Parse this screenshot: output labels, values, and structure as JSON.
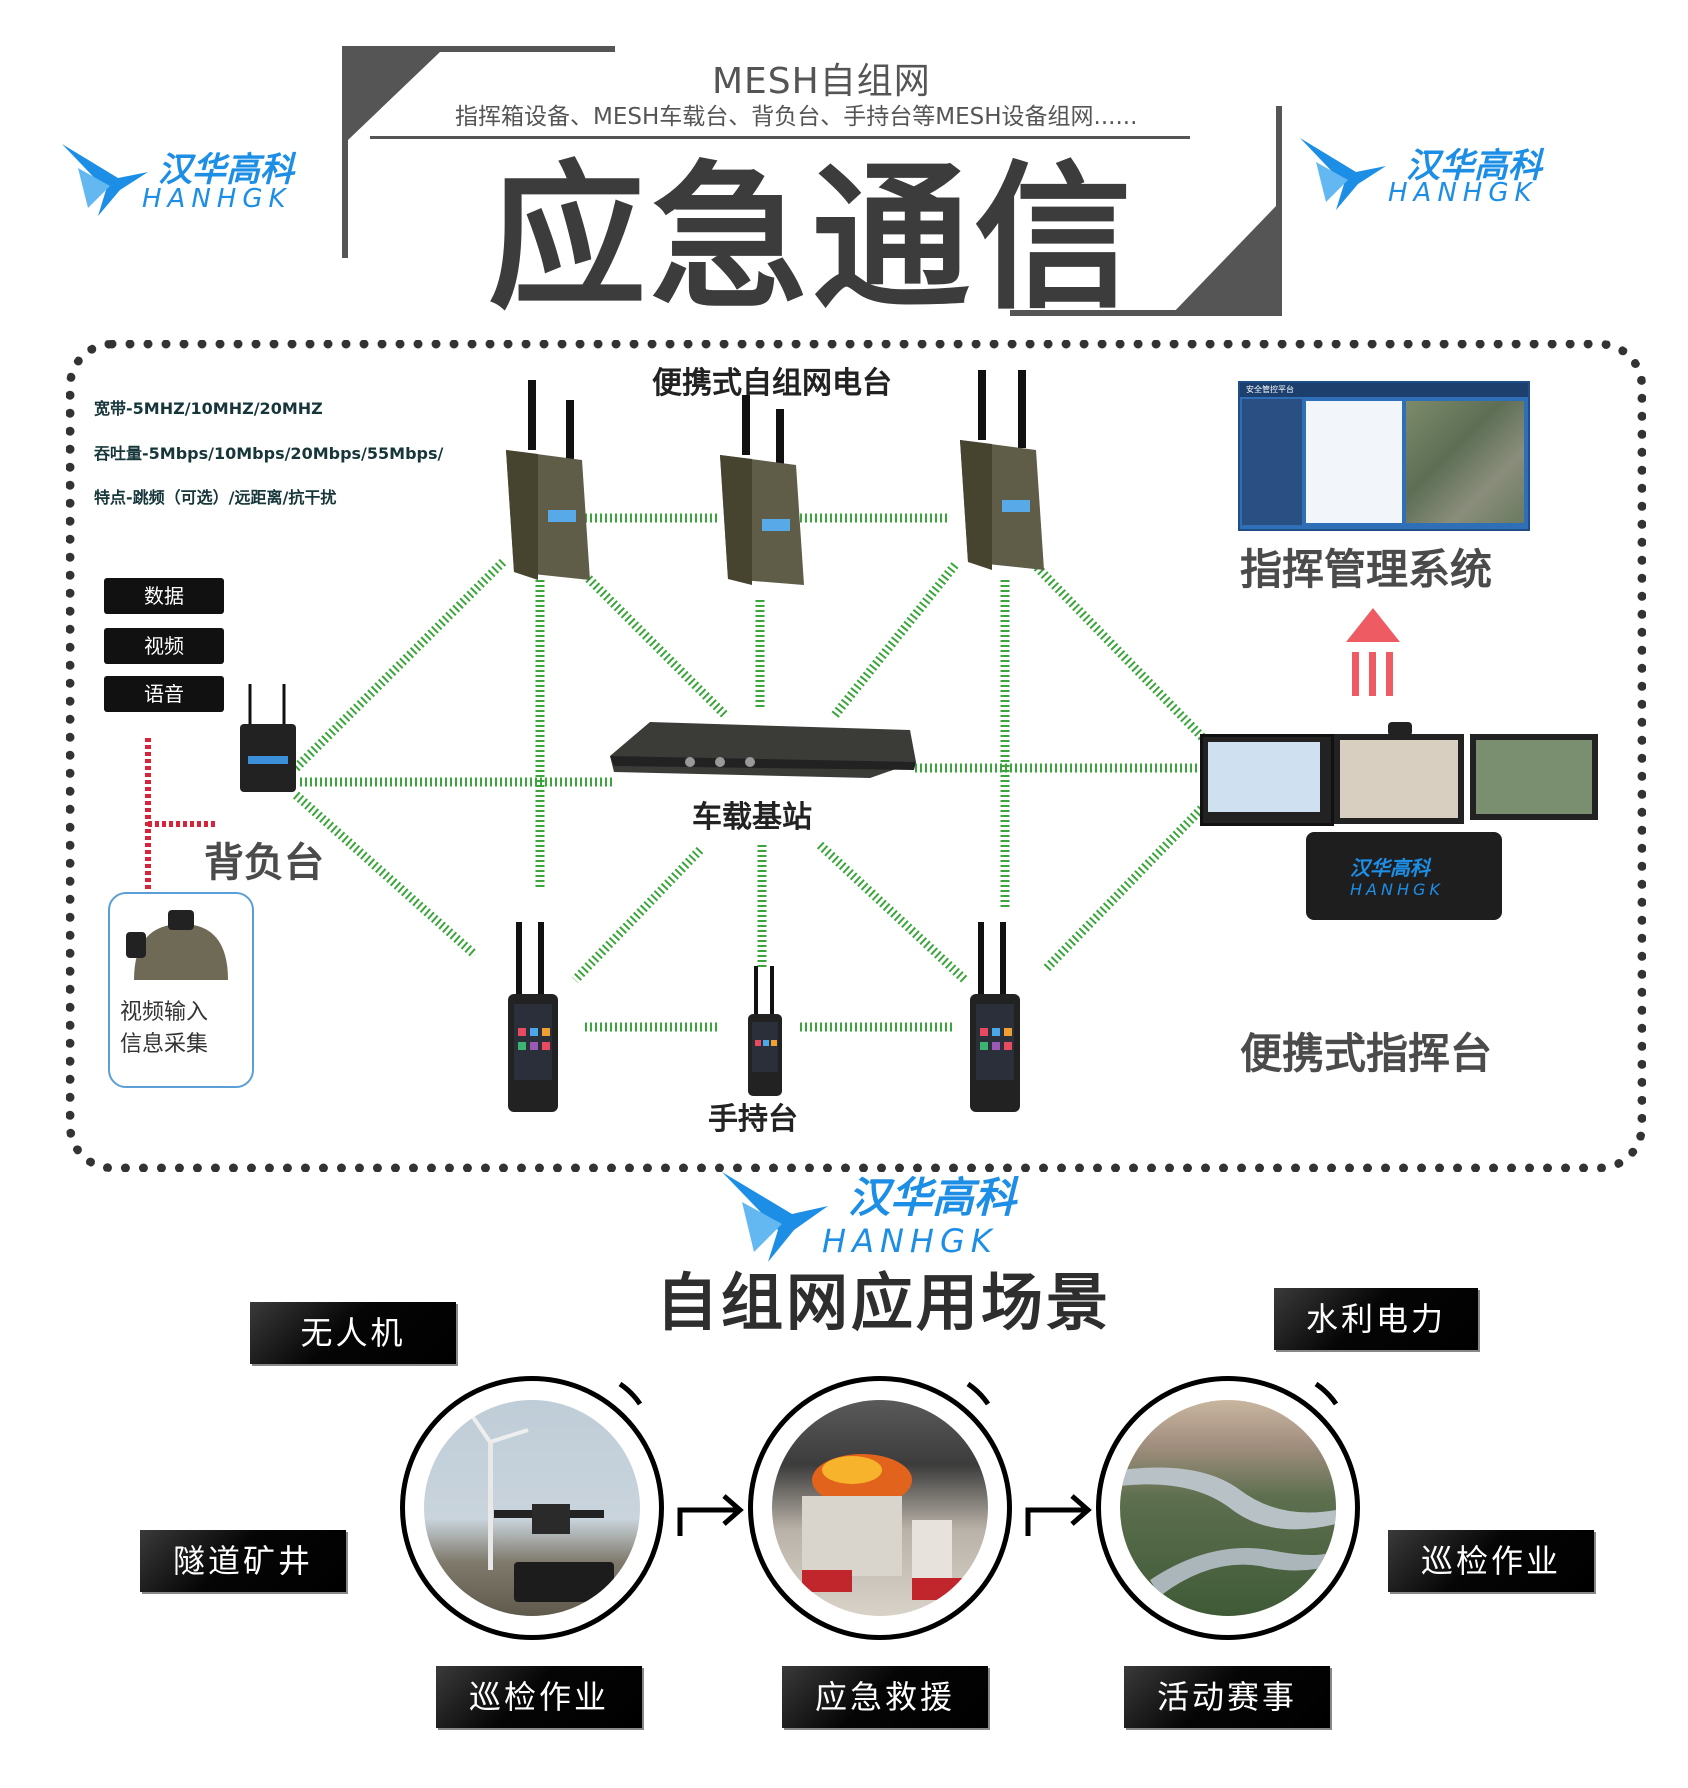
{
  "header": {
    "mesh_title": "MESH自组网",
    "mesh_subtitle": "指挥箱设备、MESH车载台、背负台、手持台等MESH设备组网......",
    "main_title": "应急通信"
  },
  "logo": {
    "cn": "汉华高科",
    "en": "HANHGK",
    "color": "#1d8ee6"
  },
  "specs": {
    "bandwidth": "宽带-5MHZ/10MHZ/20MHZ",
    "throughput": "吞吐量-5Mbps/10Mbps/20Mbps/55Mbps/",
    "features": "特点-跳频（可选）/远距离/抗干扰"
  },
  "tags": [
    "数据",
    "视频",
    "语音"
  ],
  "labels": {
    "portable_radio": "便携式自组网电台",
    "command_system": "指挥管理系统",
    "vehicle_station": "车载基站",
    "backpack": "背负台",
    "portable_command": "便携式指挥台",
    "handheld": "手持台",
    "helmet_line1": "视频输入",
    "helmet_line2": "信息采集"
  },
  "screen_ui": {
    "title": "安全管控平台"
  },
  "scenes": {
    "title": "自组网应用场景",
    "labels": {
      "drone": "无人机",
      "water_power": "水利电力",
      "tunnel_mine": "隧道矿井",
      "inspection_right": "巡检作业",
      "inspection_bottom": "巡检作业",
      "emergency_rescue": "应急救援",
      "event": "活动赛事"
    }
  },
  "colors": {
    "link_green": "#3aa53a",
    "wire_red": "#d9233a",
    "arrow_red": "#ef5b63",
    "frame_dark": "#333333"
  }
}
